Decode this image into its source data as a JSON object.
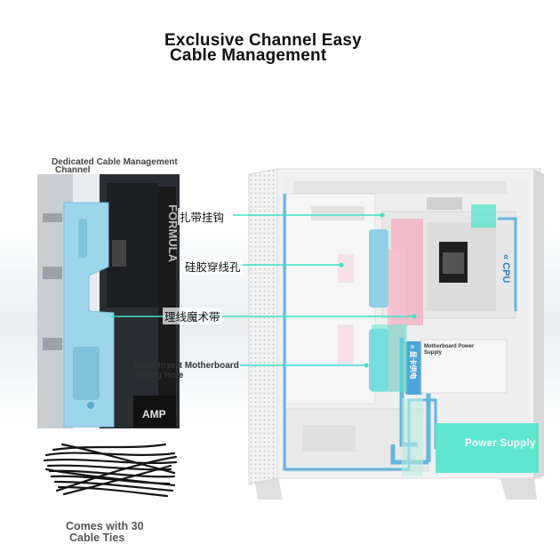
{
  "header": {
    "title_line1": "Exclusive Channel Easy",
    "title_line2": "Cable Management"
  },
  "inset": {
    "channel_label_line1": "Dedicated Cable Management",
    "channel_label_line2": "Channel",
    "back_insert_line1": "Back Insert Motherboard",
    "back_insert_line2": "Wiring Hole"
  },
  "callouts": {
    "tie_hook": "扎带挂钩",
    "silicone_hole": "硅胶穿线孔",
    "velcro_strap": "理线魔术带"
  },
  "case": {
    "motherboard_power_line1": "Motherboard Power",
    "motherboard_power_line2": "Supply",
    "cpu_label": "« CPU",
    "vertical_tag": "« 显卡供电",
    "power_supply": "Power Supply"
  },
  "ties": {
    "caption_line1": "Comes with 30",
    "caption_line2": "Cable Ties"
  },
  "colors": {
    "accent_teal": "#3fe0c8",
    "channel_blue": "#62b6e0",
    "bracket_blue": "#8fd0e6",
    "pink": "#f2b6c6",
    "psu_teal": "#5ee6cf"
  }
}
